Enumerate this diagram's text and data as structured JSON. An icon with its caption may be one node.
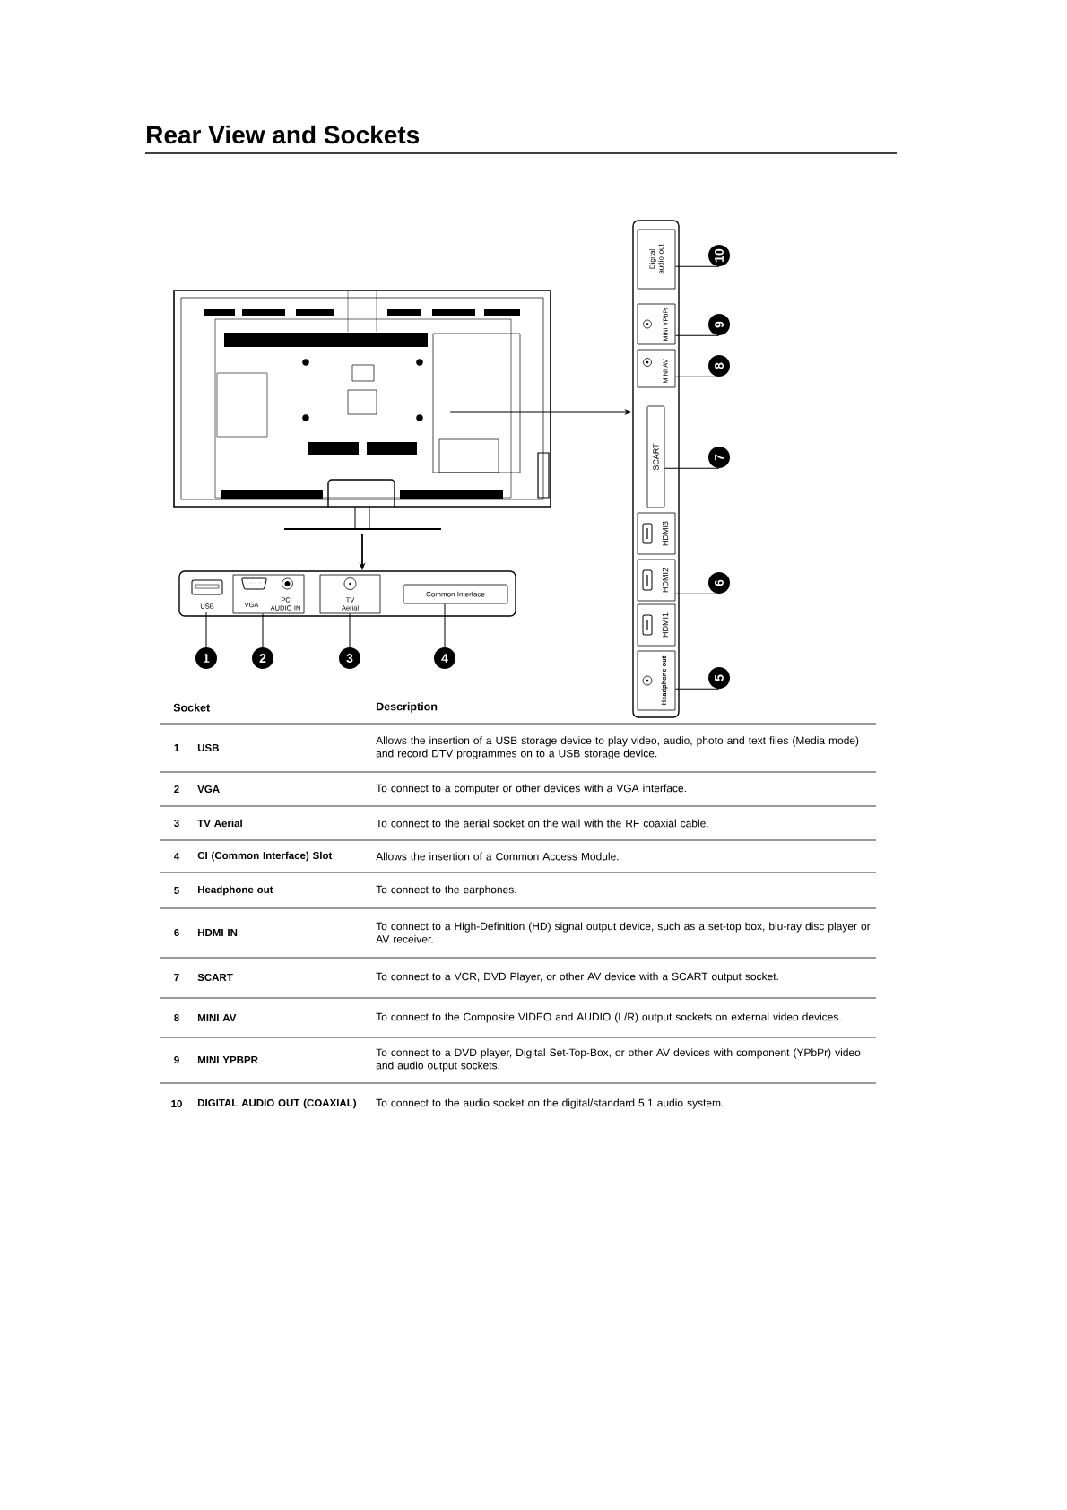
{
  "diagram": {
    "title": "Rear View and Sockets",
    "nodes": [
      {
        "text": [],
        "shape": "picture"
      },
      {
        "text": [],
        "shape": "box"
      },
      {
        "text": [
          "USB"
        ],
        "in": 1
      },
      {
        "text": [
          "VGA",
          "PC AUDIO IN"
        ],
        "in": 1
      },
      {
        "text": [
          "TV Aerial"
        ],
        "in": 1
      },
      {
        "text": [
          "Common Interface"
        ],
        "in": 1
      },
      {
        "text": [
          "1"
        ]
      },
      {
        "text": [
          "2"
        ]
      },
      {
        "text": [
          "3"
        ]
      },
      {
        "text": [
          "4"
        ]
      },
      {
        "text": [],
        "shape": "box"
      },
      {
        "text": [
          "Digital audio out"
        ],
        "in": 10
      },
      {
        "text": [
          "MINI YPbPr"
        ],
        "in": 10
      },
      {
        "text": [
          "MINI AV"
        ],
        "in": 10
      },
      {
        "text": [
          "SCART"
        ],
        "in": 10
      },
      {
        "text": [
          "HDMI3"
        ],
        "in": 10
      },
      {
        "text": [
          "HDMI2"
        ],
        "in": 10
      },
      {
        "text": [
          "HDMI1"
        ],
        "in": 10
      },
      {
        "text": [
          "Headphone out"
        ],
        "in": 10
      },
      {
        "text": [
          "10"
        ]
      },
      {
        "text": [
          "9"
        ]
      },
      {
        "text": [
          "8"
        ]
      },
      {
        "text": [
          "7"
        ]
      },
      {
        "text": [
          "6"
        ]
      },
      {
        "text": [
          "5"
        ]
      }
    ],
    "edges": [
      {
        "from": 0,
        "to": 1,
        "arrow": "to"
      },
      {
        "from": 0,
        "to": 10,
        "arrow": "to"
      },
      {
        "from": 6,
        "to": 2,
        "arrow": "none"
      },
      {
        "from": 7,
        "to": 3,
        "arrow": "none"
      },
      {
        "from": 8,
        "to": 4,
        "arrow": "none"
      },
      {
        "from": 9,
        "to": 5,
        "arrow": "none"
      },
      {
        "from": 19,
        "to": 11,
        "arrow": "none"
      },
      {
        "from": 20,
        "to": 12,
        "arrow": "none"
      },
      {
        "from": 21,
        "to": 13,
        "arrow": "none"
      },
      {
        "from": 22,
        "to": 14,
        "arrow": "none"
      },
      {
        "from": 23,
        "to": 16,
        "arrow": "none"
      },
      {
        "from": 24,
        "to": 18,
        "arrow": "none"
      }
    ],
    "labels": [
      "Socket",
      "Description",
      "1",
      "USB",
      "Allows the insertion of a USB storage device to play video, audio, photo and text files (Media mode) and record DTV programmes on to a USB storage device.",
      "2",
      "VGA",
      "To connect to a computer or other devices with a VGA interface.",
      "3",
      "TV Aerial",
      "To connect to the aerial socket on the wall with the RF coaxial cable.",
      "4",
      "CI (Common Interface) Slot",
      "Allows the insertion of a Common Access Module.",
      "5",
      "Headphone out",
      "To connect to the earphones.",
      "6",
      "HDMI IN",
      "To connect to a High-Definition (HD) signal output device, such as a set-top box, blu-ray disc player or AV receiver.",
      "7",
      "SCART",
      "To connect to a VCR, DVD Player, or other AV device with a SCART output socket.",
      "8",
      "MINI AV",
      "To connect to the Composite VIDEO and AUDIO (L/R) output sockets on external video devices.",
      "9",
      "MINI YPBPR",
      "To connect to a DVD player, Digital Set-Top-Box, or other AV devices with component (YPbPr) video and audio output sockets.",
      "10",
      "DIGITAL AUDIO OUT (COAXIAL)",
      "To connect to the audio socket on the digital/standard 5.1 audio system."
    ]
  }
}
